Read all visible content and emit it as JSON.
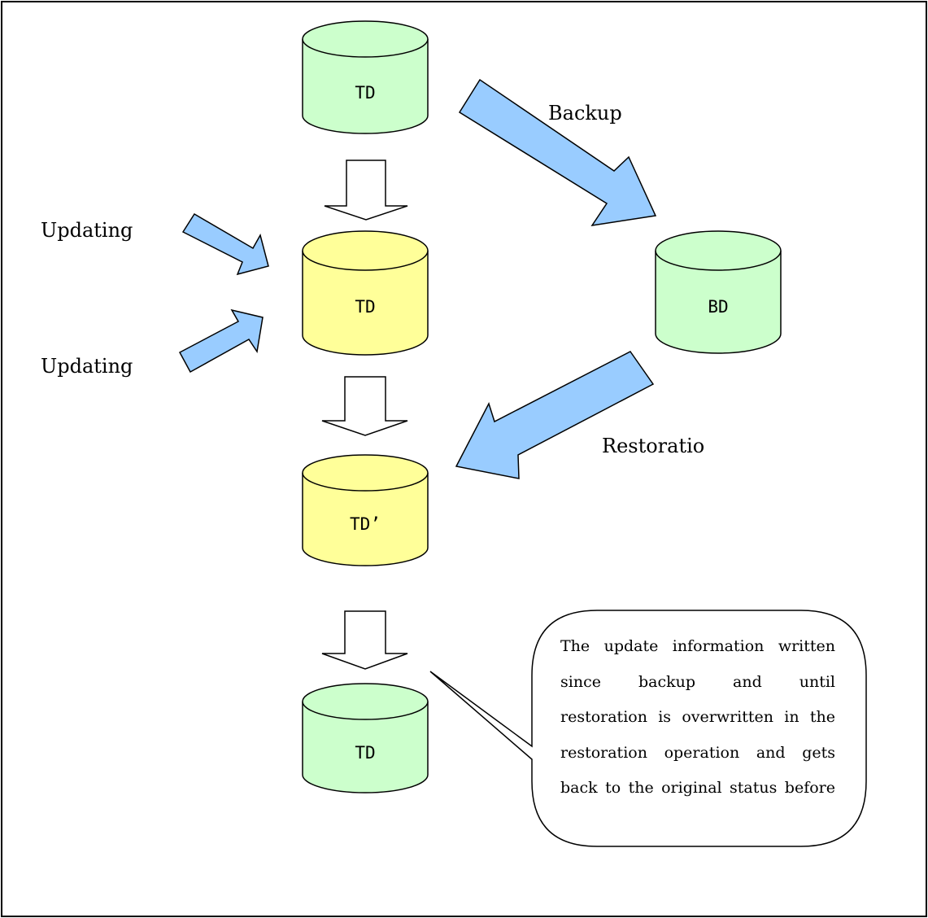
{
  "disks": {
    "td_initial": "TD",
    "td_updating": "TD",
    "td_restored": "TD’",
    "td_final": "TD",
    "bd_backup": "BD"
  },
  "labels": {
    "backup": "Backup",
    "restoration": "Restoratio",
    "updating_top": "Updating",
    "updating_bottom": "Updating"
  },
  "callout": {
    "lines": [
      "The update information written",
      "since backup and until",
      "restoration is overwritten in the",
      "restoration operation and gets",
      "back to the original status before"
    ]
  },
  "colors": {
    "green_disk": "#ccffcc",
    "yellow_disk": "#ffff99",
    "blue_arrow": "#99ccff"
  }
}
